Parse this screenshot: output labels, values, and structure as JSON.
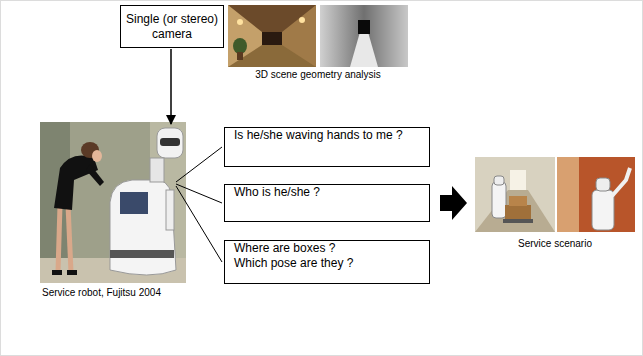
{
  "diagram": {
    "nodes": [
      {
        "text": [
          "Single (or stereo) camera"
        ]
      },
      {
        "text": [
          "Is he/she waving hands to me ?"
        ]
      },
      {
        "text": [
          "Who is he/she ?"
        ]
      },
      {
        "text": [
          "Where are boxes ? Which pose are they ?"
        ]
      }
    ],
    "labels": [
      "3D scene geometry analysis",
      "Service robot, Fujitsu 2004",
      "Service scenario"
    ]
  }
}
